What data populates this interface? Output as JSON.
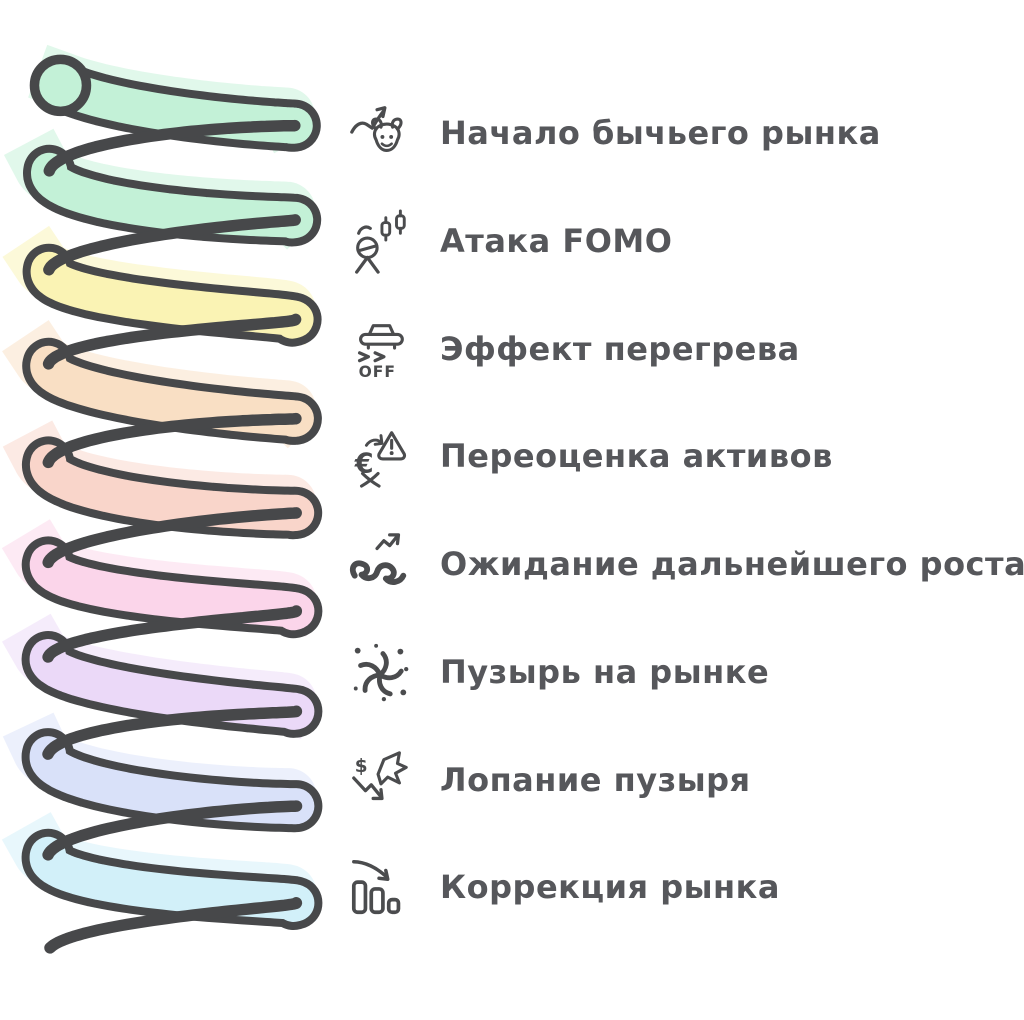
{
  "illustration": {
    "name": "speculative-bubble-spiral",
    "outline_color": "#47484a",
    "background": "#ffffff"
  },
  "text_color": "#56575b",
  "stages": [
    {
      "label": "Начало бычьего рынка",
      "icon": "bull-market-icon",
      "color": "#c3f1d7"
    },
    {
      "label": "Атака FOMO",
      "icon": "fomo-attack-icon",
      "color": "#faf3b4"
    },
    {
      "label": "Эффект перегрева",
      "icon": "overheating-off-icon",
      "color": "#f9dfc4"
    },
    {
      "label": "Переоценка активов",
      "icon": "asset-revaluation-warning-icon",
      "color": "#f9d5ca"
    },
    {
      "label": "Ожидание дальнейшего роста",
      "icon": "further-growth-arrow-icon",
      "color": "#fbd5ea"
    },
    {
      "label": "Пузырь на рынке",
      "icon": "market-bubble-vortex-icon",
      "color": "#ebd9f8"
    },
    {
      "label": "Лопание пузыря",
      "icon": "bubble-burst-icon",
      "color": "#d9e1f9"
    },
    {
      "label": "Коррекция рынка",
      "icon": "market-correction-icon",
      "color": "#d2f0f9"
    }
  ],
  "icon_texts": {
    "overheat_off": "OFF",
    "currency_euro": "€",
    "currency_dollar": "$"
  }
}
